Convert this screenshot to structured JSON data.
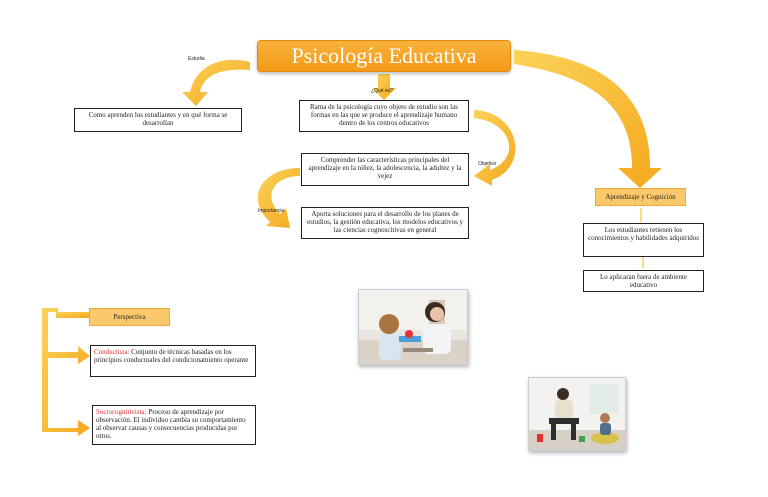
{
  "title": "Psicología Educativa",
  "tags": {
    "estudia": "Estudia",
    "que_es": "¿Qué es?",
    "objetivo": "Objetivo",
    "importancia": "Importancia"
  },
  "boxes": {
    "estudia_text": "Como aprenden los estudiantes y en qué forma se desarrollan",
    "definicion": "Rama de la psicología cuyo objeto de estudio son las formas en las que se produce el aprendizaje humano dentro de los centros educativos",
    "objetivo_text": "Comprender las características principales del aprendizaje en la niñez, la adolescencia, la adultez y la vejez",
    "importancia_text": "Aporta soluciones para el desarrollo de los planes de estudios, la gestión educativa, los modelos educativos y las ciencias cognoscitivas en general"
  },
  "aprendizaje": {
    "heading": "Aprendizaje y Cognición",
    "item1": "Los estudiantes retienen los conocimientos y habilidades adquiridos",
    "item2": "Lo aplicaran fuera de ambiente educativo"
  },
  "perspectiva": {
    "heading": "Perspectiva",
    "conductista_label": "Conductista:",
    "conductista_text": " Conjunto de técnicas basadas en los principios conductuales del condicionamiento operante",
    "socio_label": "Sociocognitivista:",
    "socio_text": " Proceso de aprendizaje por observación. El individuo cambia su comportamiento al observar causas y consecuencias producidas por otros."
  },
  "colors": {
    "title_orange": "#f49a17",
    "arrow_yellow": "#f7c02e",
    "label_red": "#e53030",
    "light_orange": "#fbc96b"
  }
}
